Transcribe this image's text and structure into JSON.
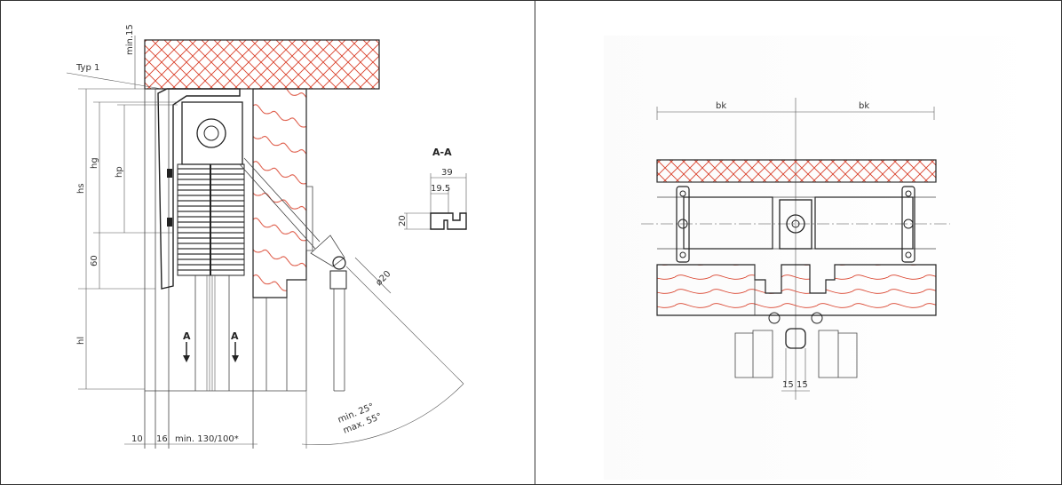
{
  "left_view": {
    "labels": {
      "min15": "min.15",
      "typ1": "Typ 1",
      "hs": "hs",
      "hg": "hg",
      "hp": "hp",
      "dim60": "60",
      "hl": "hl",
      "sectionA1": "A",
      "sectionA2": "A",
      "dim10": "10",
      "dim16": "16",
      "min130": "min. 130/100*",
      "diameter": "ø20",
      "angle_min": "min. 25°",
      "angle_max": "max. 55°"
    }
  },
  "section_aa": {
    "title": "A-A",
    "dim39": "39",
    "dim195": "19.5",
    "dim20": "20"
  },
  "right_view": {
    "labels": {
      "bk_left": "bk",
      "bk_right": "bk",
      "dim15a": "15",
      "dim15b": "15"
    }
  },
  "colors": {
    "hatch_red": "#d9402a",
    "line": "#444444",
    "frame": "#333333"
  }
}
